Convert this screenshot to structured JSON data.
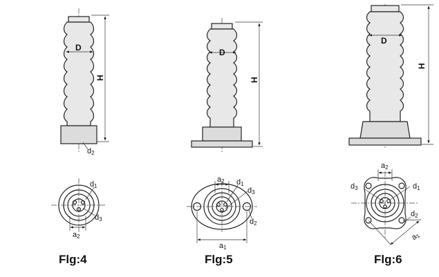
{
  "figures": [
    {
      "caption": "Flg:4",
      "labels": {
        "diameter": "D",
        "height": "H",
        "base": "d",
        "base_sub": "2",
        "d1": "d",
        "d1_sub": "1",
        "d3": "d",
        "d3_sub": "3",
        "a2": "a",
        "a2_sub": "2"
      }
    },
    {
      "caption": "Flg:5",
      "labels": {
        "diameter": "D",
        "height": "H",
        "a2": "a",
        "a2_sub": "2",
        "d1": "d",
        "d1_sub": "1",
        "d3": "d",
        "d3_sub": "3",
        "d2": "d",
        "d2_sub": "2",
        "a1": "a",
        "a1_sub": "1"
      }
    },
    {
      "caption": "Flg:6",
      "labels": {
        "diameter": "D",
        "height": "H",
        "a2": "a",
        "a2_sub": "2",
        "d3": "d",
        "d3_sub": "3",
        "d1": "d",
        "d1_sub": "1",
        "d2": "d",
        "d2_sub": "2",
        "a1": "a",
        "a1_sub": "1"
      }
    }
  ]
}
